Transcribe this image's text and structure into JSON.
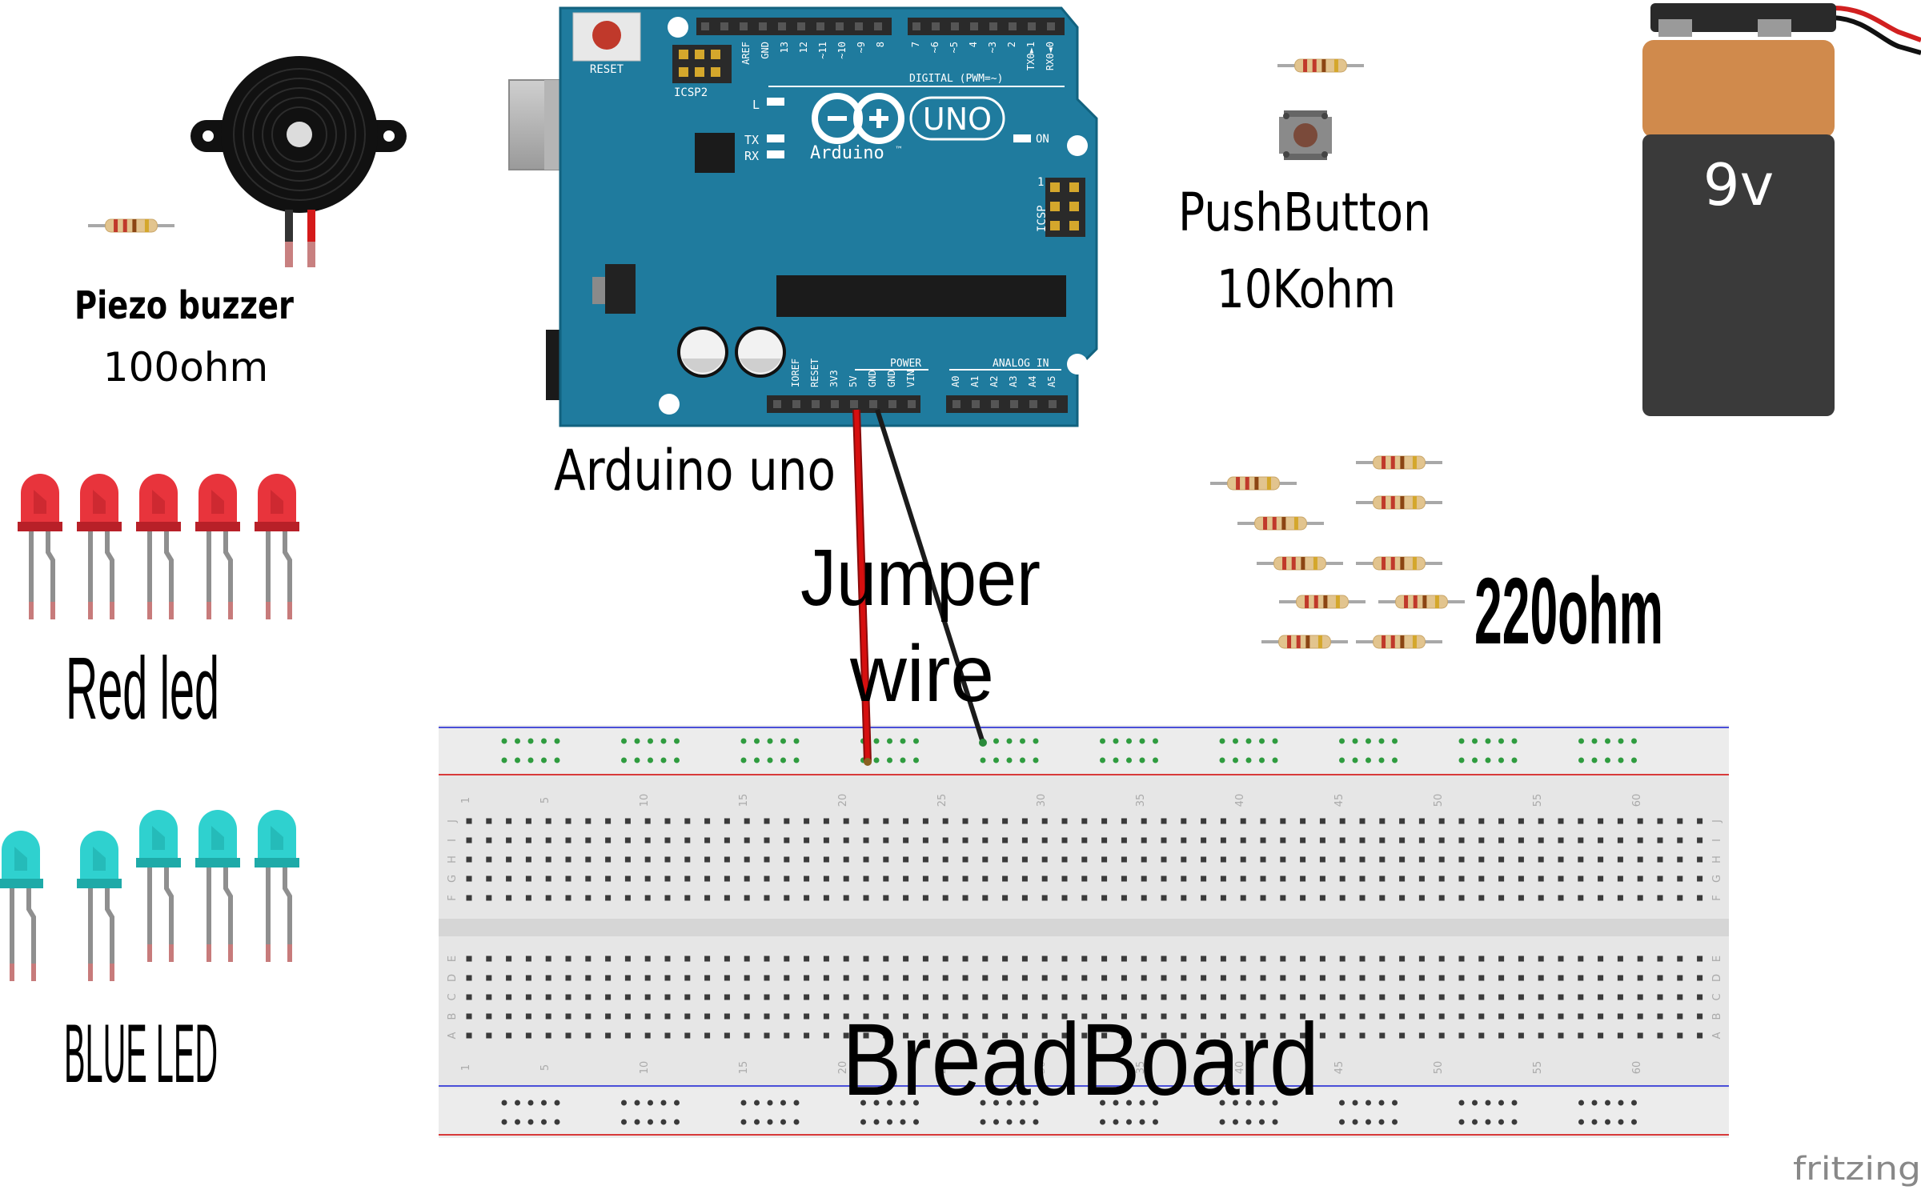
{
  "labels": {
    "piezo": "Piezo buzzer",
    "piezo_res": "100ohm",
    "arduino": "Arduino uno",
    "jumper1": "Jumper",
    "jumper2": "wire",
    "push": "PushButton",
    "push_res": "10Kohm",
    "battery": "9v",
    "res220": "220ohm",
    "red_led": "Red led",
    "blue_led": "BLUE LED",
    "breadboard": "BreadBoard",
    "fritzing": "fritzing"
  },
  "board": {
    "reset": "RESET",
    "icsp2": "ICSP2",
    "uno": "UNO",
    "brand": "Arduino",
    "tm": "™",
    "on": "ON",
    "l": "L",
    "tx": "TX",
    "rx": "RX",
    "icsp": "ICSP",
    "icsp_num": "1",
    "digital": "DIGITAL (PWM=~)",
    "power": "POWER",
    "analog": "ANALOG IN",
    "top_pins_left": [
      "AREF",
      "GND",
      "13",
      "12",
      "~11",
      "~10",
      "~9",
      "8"
    ],
    "top_pins_right": [
      "7",
      "~6",
      "~5",
      "4",
      "~3",
      "2",
      "TX0►1",
      "RX0◄0"
    ],
    "power_pins": [
      "IOREF",
      "RESET",
      "3V3",
      "5V",
      "GND",
      "GND",
      "VIN"
    ],
    "analog_pins": [
      "A0",
      "A1",
      "A2",
      "A3",
      "A4",
      "A5"
    ]
  },
  "breadboard": {
    "row_letters_top": [
      "J",
      "I",
      "H",
      "G",
      "F"
    ],
    "row_letters_bottom": [
      "E",
      "D",
      "C",
      "B",
      "A"
    ],
    "col_numbers": [
      "1",
      "5",
      "10",
      "15",
      "20",
      "25",
      "30",
      "35",
      "40",
      "45",
      "50",
      "55",
      "60"
    ]
  },
  "colors": {
    "board": "#1f7b9e",
    "red_led": "#e8343c",
    "blue_led": "#2fd1cf",
    "battery_top": "#d08a4c",
    "battery_body": "#3a3a3a",
    "rail_red": "#d83a3a",
    "rail_blue": "#4a4fd8",
    "hole_green": "#2f9c3f",
    "wire_red": "#d60f0f",
    "wire_black": "#1b1b1b"
  }
}
